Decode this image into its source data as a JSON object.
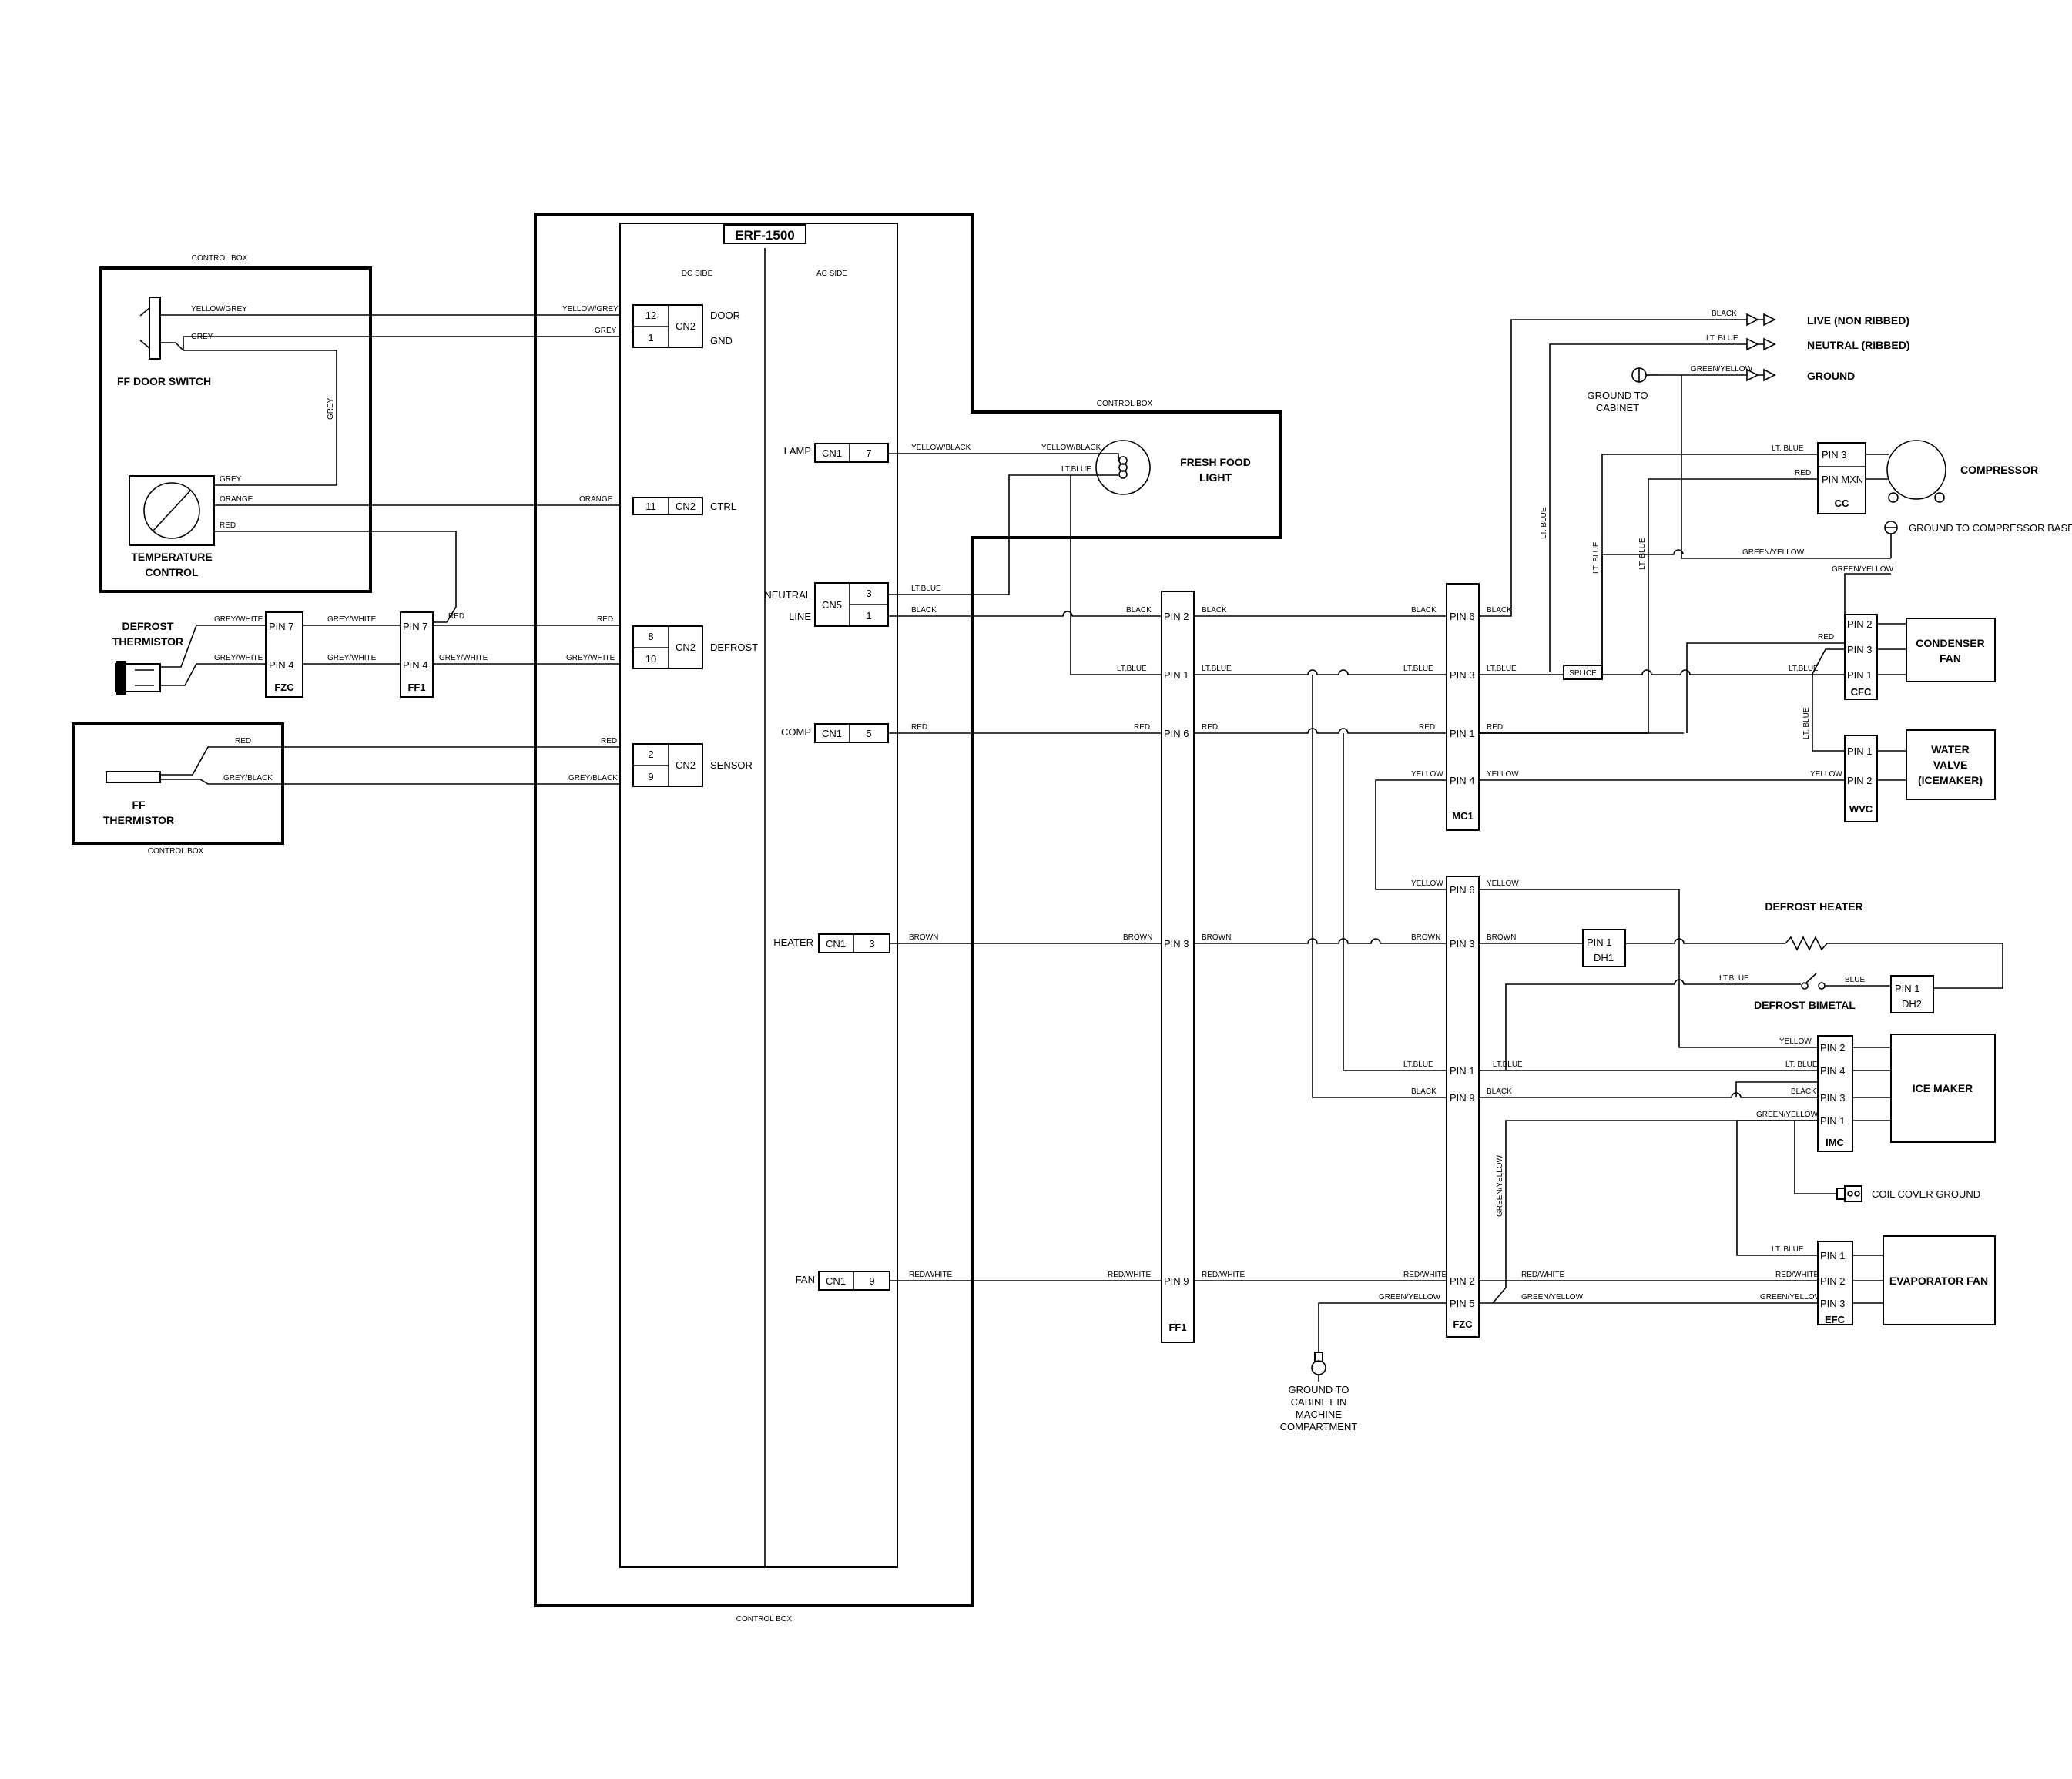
{
  "board": {
    "title": "ERF-1500",
    "dc_side": "DC SIDE",
    "ac_side": "AC SIDE",
    "control_box": "CONTROL BOX"
  },
  "control_box_labels": {
    "top_left": "CONTROL BOX",
    "ff_thermistor_box": "CONTROL BOX",
    "light_box": "CONTROL BOX"
  },
  "dc_connectors": [
    {
      "pins": [
        "12",
        "1"
      ],
      "conn": "CN2",
      "labels": [
        "DOOR",
        "GND"
      ]
    },
    {
      "pins": [
        "11"
      ],
      "conn": "CN2",
      "labels": [
        "CTRL"
      ]
    },
    {
      "pins": [
        "8",
        "10"
      ],
      "conn": "CN2",
      "labels": [
        "DEFROST"
      ]
    },
    {
      "pins": [
        "2",
        "9"
      ],
      "conn": "CN2",
      "labels": [
        "SENSOR"
      ]
    }
  ],
  "ac_connectors": [
    {
      "label": "LAMP",
      "conn": "CN1",
      "pin": "7"
    },
    {
      "label": "NEUTRAL",
      "label2": "LINE",
      "conn": "CN5",
      "pin": "3",
      "pin2": "1"
    },
    {
      "label": "COMP",
      "conn": "CN1",
      "pin": "5"
    },
    {
      "label": "HEATER",
      "conn": "CN1",
      "pin": "3"
    },
    {
      "label": "FAN",
      "conn": "CN1",
      "pin": "9"
    }
  ],
  "components": {
    "ff_door_switch": "FF DOOR SWITCH",
    "temperature_control": [
      "TEMPERATURE",
      "CONTROL"
    ],
    "defrost_thermistor": [
      "DEFROST",
      "THERMISTOR"
    ],
    "ff_thermistor": [
      "FF",
      "THERMISTOR"
    ],
    "fresh_food_light": [
      "FRESH FOOD",
      "LIGHT"
    ],
    "compressor": "COMPRESSOR",
    "condenser_fan": [
      "CONDENSER",
      "FAN"
    ],
    "water_valve": [
      "WATER",
      "VALVE",
      "(ICEMAKER)"
    ],
    "defrost_heater": "DEFROST HEATER",
    "defrost_bimetal": "DEFROST BIMETAL",
    "ice_maker": "ICE MAKER",
    "evaporator_fan": "EVAPORATOR FAN"
  },
  "power": {
    "live": "LIVE (NON RIBBED)",
    "neutral": "NEUTRAL (RIBBED)",
    "ground": "GROUND"
  },
  "grounds": {
    "cabinet": [
      "GROUND TO",
      "CABINET"
    ],
    "compressor_base": "GROUND TO COMPRESSOR BASE",
    "coil_cover": "COIL COVER GROUND",
    "machine": [
      "GROUND TO",
      "CABINET IN",
      "MACHINE",
      "COMPARTMENT"
    ]
  },
  "splice": "SPLICE",
  "harnesses": {
    "fzc_left": {
      "name": "FZC",
      "pins": [
        "PIN 7",
        "PIN 4"
      ]
    },
    "ff1_left": {
      "name": "FF1",
      "pins": [
        "PIN 7",
        "PIN 4"
      ]
    },
    "ff1": {
      "name": "FF1",
      "pins": [
        "PIN 2",
        "PIN 1",
        "PIN 6",
        "PIN 3",
        "PIN 9"
      ]
    },
    "mc1": {
      "name": "MC1",
      "pins": [
        "PIN 6",
        "PIN 3",
        "PIN 1",
        "PIN 4"
      ]
    },
    "fzc": {
      "name": "FZC",
      "pins": [
        "PIN 6",
        "PIN 3",
        "PIN 1",
        "PIN 9",
        "PIN 2",
        "PIN 5"
      ]
    },
    "cc": {
      "name": "CC",
      "pins": [
        "PIN 3",
        "PIN MXN"
      ]
    },
    "cfc": {
      "name": "CFC",
      "pins": [
        "PIN 2",
        "PIN 3",
        "PIN 1"
      ]
    },
    "wvc": {
      "name": "WVC",
      "pins": [
        "PIN 1",
        "PIN 2"
      ]
    },
    "dh1": {
      "name": "DH1",
      "pins": [
        "PIN 1"
      ]
    },
    "dh2": {
      "name": "DH2",
      "pins": [
        "PIN 1"
      ]
    },
    "imc": {
      "name": "IMC",
      "pins": [
        "PIN 2",
        "PIN 4",
        "PIN 3",
        "PIN 1"
      ]
    },
    "efc": {
      "name": "EFC",
      "pins": [
        "PIN 1",
        "PIN 2",
        "PIN 3"
      ]
    }
  },
  "wire_colors": {
    "yellow_grey": "YELLOW/GREY",
    "grey": "GREY",
    "orange": "ORANGE",
    "red": "RED",
    "grey_white": "GREY/WHITE",
    "grey_black": "GREY/BLACK",
    "yellow_black": "YELLOW/BLACK",
    "lt_blue": "LT.BLUE",
    "lt_blue_spaced": "LT. BLUE",
    "black": "BLACK",
    "brown": "BROWN",
    "red_white": "RED/WHITE",
    "green_yellow": "GREEN/YELLOW",
    "yellow": "YELLOW",
    "blue": "BLUE"
  }
}
